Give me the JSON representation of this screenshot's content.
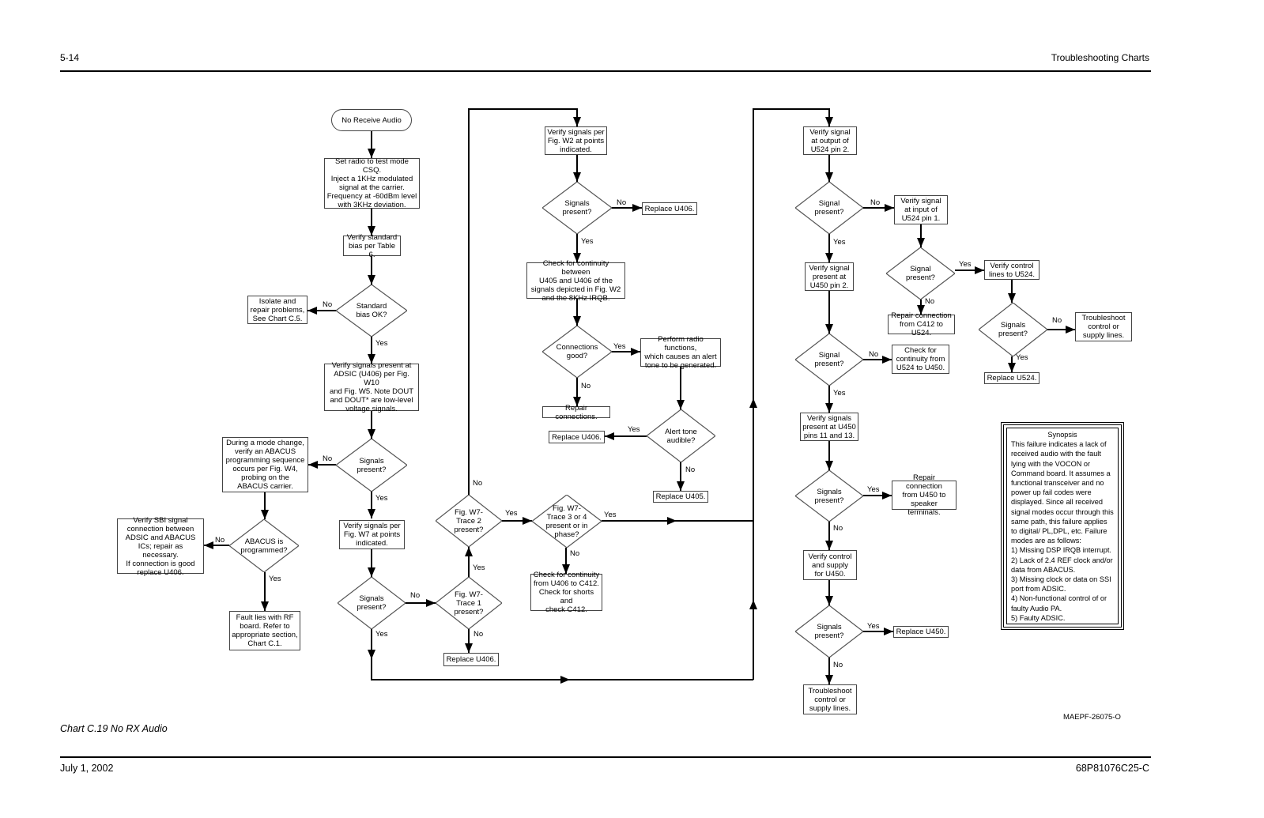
{
  "header": {
    "page_number": "5-14",
    "section": "Troubleshooting Charts"
  },
  "footer": {
    "date": "July 1, 2002",
    "doc_number": "68P81076C25-C"
  },
  "caption": "Chart C.19 No RX Audio",
  "figure_id": "MAEPF-26075-O",
  "nodes": {
    "start": "No Receive Audio",
    "set_radio": "Set radio to test mode CSQ.\nInject a 1KHz modulated\nsignal at the carrier.\nFrequency at -60dBm level\nwith 3KHz deviation.",
    "verify_bias": "Verify standard\nbias per Table 6.",
    "bias_ok": "Standard\nbias OK?",
    "isolate": "Isolate and\nrepair problems,\nSee Chart C.5.",
    "verify_adsic": "Verify signals present at\nADSIC (U406) per Fig. W10\nand Fig. W5.  Note DOUT\nand DOUT* are low-level\nvoltage signals.",
    "signals_present_1": "Signals\npresent?",
    "abacus_seq": "During a mode change,\nverify an ABACUS\nprogramming sequence\noccurs per Fig. W4,\nprobing on the\nABACUS carrier.",
    "abacus_prog": "ABACUS is\nprogrammed?",
    "verify_sbi": "Verify SBI signal\nconnection between\nADSIC and ABACUS\nICs; repair as necessary.\nIf connection is good\nreplace U406.",
    "fault_rf": "Fault lies with RF\nboard. Refer to\nappropriate section,\nChart C.1.",
    "verify_w7": "Verify signals per\nFig. W7 at points\nindicated.",
    "signals_present_2": "Signals\npresent?",
    "trace1": "Fig. W7-\nTrace 1\npresent?",
    "replace_u406_a": "Replace U406.",
    "trace2": "Fig. W7-\nTrace 2\npresent?",
    "trace34": "Fig. W7-\nTrace 3 or 4\npresent or in\nphase?",
    "check_c412": "Check for continuity\nfrom U406 to C412.\nCheck for shorts and\ncheck C412.",
    "verify_w2": "Verify signals per\nFig. W2 at points\nindicated.",
    "signals_present_3": "Signals\npresent?",
    "replace_u406_b": "Replace U406.",
    "check_u405": "Check for continuity between\nU405 and U406 of the\nsignals depicted in Fig. W2\nand the 8KHz IRQB.",
    "connections_good": "Connections\ngood?",
    "perform_radio": "Perform radio functions,\nwhich causes an alert\ntone to be generated.",
    "repair_connections": "Repair connections.",
    "alert_tone": "Alert tone\naudible?",
    "replace_u406_c": "Replace U406.",
    "replace_u405": "Replace U405.",
    "verify_u524_out": "Verify signal\nat output of\nU524 pin 2.",
    "signal_present_4": "Signal\npresent?",
    "verify_u524_in": "Verify signal\nat input of\nU524 pin 1.",
    "signal_present_5": "Signal\npresent?",
    "verify_control_u524": "Verify control\nlines to U524.",
    "repair_c412_u524": "Repair connection\nfrom C412 to U524.",
    "signals_present_6": "Signals\npresent?",
    "troubleshoot_1": "Troubleshoot\ncontrol or\nsupply lines.",
    "replace_u524": "Replace U524.",
    "verify_u450_pin2": "Verify signal\npresent at\nU450 pin 2.",
    "signal_present_7": "Signal\npresent?",
    "check_u524_u450": "Check for\ncontinuity from\nU524 to U450.",
    "verify_u450_pins": "Verify signals\npresent at U450\npins 11 and 13.",
    "signals_present_8": "Signals\npresent?",
    "repair_speaker": "Repair connection\nfrom U450 to\nspeaker terminals.",
    "verify_control_u450": "Verify control\nand supply\nfor U450.",
    "signals_present_9": "Signals\npresent?",
    "replace_u450": "Replace U450.",
    "troubleshoot_2": "Troubleshoot\ncontrol or\nsupply lines."
  },
  "labels": {
    "yes": "Yes",
    "no": "No"
  },
  "synopsis": {
    "title": "Synopsis",
    "body": "This failure indicates a lack of received audio with the fault lying with the VOCON or Command board.  It assumes a functional transceiver and no power up fail codes were displayed. Since all received signal modes occur through this same path, this failure applies to digital/ PL,DPL, etc.  Failure modes are as follows:\n1) Missing DSP IRQB interrupt.\n2) Lack of 2.4 REF clock and/or data from ABACUS.\n3) Missing clock or data on SSI port from ADSIC.\n4) Non-functional control of or faulty Audio PA.\n5) Faulty ADSIC."
  }
}
